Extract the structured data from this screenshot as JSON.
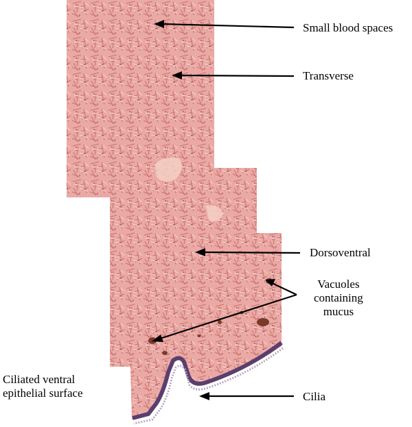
{
  "labels": {
    "small_blood_spaces": "Small blood spaces",
    "transverse": "Transverse",
    "dorsoventral": "Dorsoventral",
    "vacuoles": [
      "Vacuoles",
      "containing",
      "mucus"
    ],
    "ciliated_surface": [
      "Ciliated ventral",
      "epithelial surface"
    ],
    "cilia": "Cilia"
  },
  "colors": {
    "tissue_base": "#e8a4a0",
    "tissue_dark": "#c96f6e",
    "tissue_light": "#f2c7c2",
    "mucus_brown": "#7a3a2a",
    "epithelium_purple": "#5a3f6e",
    "arrow": "#000000"
  }
}
